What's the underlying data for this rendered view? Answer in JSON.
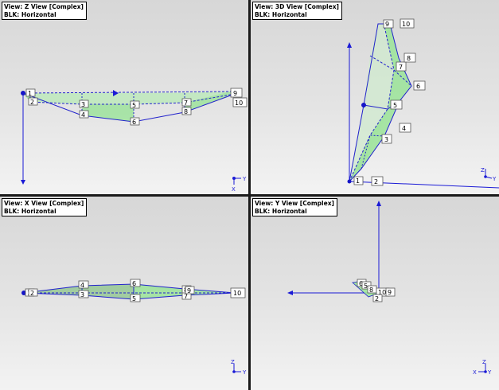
{
  "viewports": {
    "z": {
      "view": "View: Z View [Complex]",
      "blk": "BLK: Horizontal"
    },
    "d3": {
      "view": "View: 3D View [Complex]",
      "blk": "BLK: Horizontal"
    },
    "x": {
      "view": "View: X View [Complex]",
      "blk": "BLK: Horizontal"
    },
    "y": {
      "view": "View: Y View [Complex]",
      "blk": "BLK: Horizontal"
    }
  },
  "triad": {
    "x": "X",
    "y": "Y",
    "z": "Z"
  },
  "nodes": [
    "1",
    "2",
    "3",
    "4",
    "5",
    "6",
    "7",
    "8",
    "9",
    "10"
  ],
  "colors": {
    "face": "#9ee39c",
    "edge": "#2222cc",
    "axis": "#1a1ad6",
    "node": "#1515c8",
    "separator": "#1a1a1a"
  }
}
